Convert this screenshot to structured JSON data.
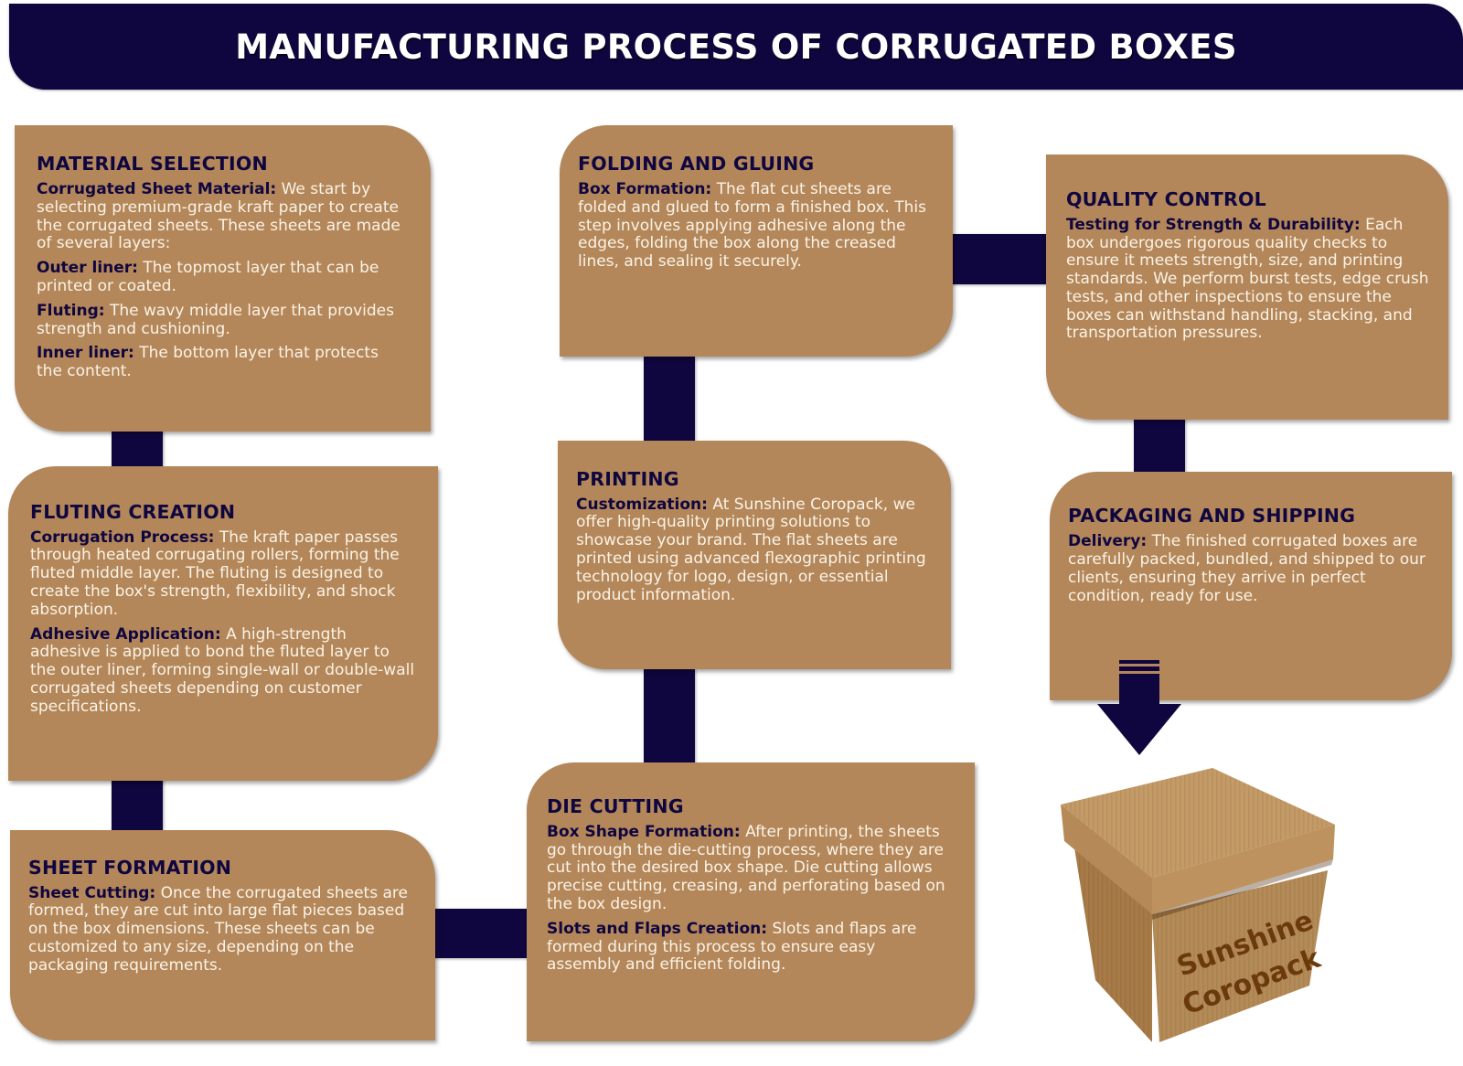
{
  "header": {
    "title": "MANUFACTURING PROCESS OF CORRUGATED BOXES"
  },
  "colors": {
    "navy": "#10063f",
    "kraft": "#b3875a",
    "body_text": "#fbf3e6",
    "box_print": "#6b3a0c"
  },
  "steps": {
    "material_selection": {
      "title": "MATERIAL SELECTION",
      "paragraphs": [
        {
          "label": "Corrugated Sheet Material:",
          "text": " We start by selecting premium-grade kraft paper to create the corrugated sheets. These sheets are made of several layers:"
        },
        {
          "label": "Outer liner:",
          "text": " The topmost layer that can be printed or coated."
        },
        {
          "label": "Fluting:",
          "text": " The wavy middle layer that provides strength and cushioning."
        },
        {
          "label": "Inner liner:",
          "text": " The bottom layer that protects the content."
        }
      ]
    },
    "fluting_creation": {
      "title": "FLUTING CREATION",
      "paragraphs": [
        {
          "label": "Corrugation Process:",
          "text": " The kraft paper passes through heated corrugating rollers, forming the fluted middle layer. The fluting is designed to create the box's strength, flexibility, and shock absorption."
        },
        {
          "label": "Adhesive Application:",
          "text": " A high-strength adhesive is applied to bond the fluted layer to the outer liner, forming single-wall or double-wall corrugated sheets depending on customer specifications."
        }
      ]
    },
    "sheet_formation": {
      "title": "SHEET FORMATION",
      "paragraphs": [
        {
          "label": "Sheet Cutting:",
          "text": " Once the corrugated sheets are formed, they are cut into large flat pieces based on the box dimensions. These sheets can be customized to any size, depending on the packaging requirements."
        }
      ]
    },
    "die_cutting": {
      "title": "DIE CUTTING",
      "paragraphs": [
        {
          "label": "Box Shape Formation:",
          "text": " After printing, the sheets go through the die-cutting process, where they are cut into the desired box shape. Die cutting allows precise cutting, creasing, and perforating based on the box design."
        },
        {
          "label": "Slots and Flaps Creation:",
          "text": " Slots and flaps are formed during this process to ensure easy assembly and efficient folding."
        }
      ]
    },
    "printing": {
      "title": "PRINTING",
      "paragraphs": [
        {
          "label": "Customization:",
          "text": " At Sunshine Coropack, we offer high-quality printing solutions to showcase your brand. The flat sheets are printed using advanced flexographic printing technology for logo, design, or essential product information."
        }
      ]
    },
    "folding_gluing": {
      "title": "FOLDING AND GLUING",
      "paragraphs": [
        {
          "label": "Box Formation:",
          "text": " The flat cut sheets are folded and glued to form a finished box. This step involves applying adhesive along the edges, folding the box along the creased lines, and sealing it securely."
        }
      ]
    },
    "quality_control": {
      "title": "QUALITY CONTROL",
      "paragraphs": [
        {
          "label": "Testing for Strength & Durability:",
          "text": " Each box undergoes rigorous quality checks to ensure it meets strength, size, and printing standards. We perform burst tests, edge crush tests, and other inspections to ensure the boxes can withstand handling, stacking, and transportation pressures."
        }
      ]
    },
    "packaging_shipping": {
      "title": "PACKAGING AND SHIPPING",
      "paragraphs": [
        {
          "label": "Delivery:",
          "text": " The finished corrugated boxes are carefully packed, bundled, and shipped to our clients, ensuring they arrive in perfect condition, ready for use."
        }
      ]
    }
  },
  "box_illustration": {
    "brand_line1": "Sunshine",
    "brand_line2": "Coropack",
    "icon": "cardboard-box-icon"
  },
  "arrow": {
    "icon": "down-arrow-icon"
  }
}
